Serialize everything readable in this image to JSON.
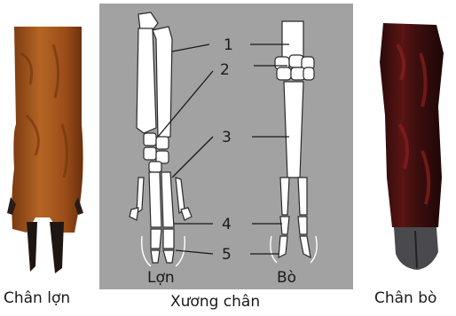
{
  "captions": {
    "left": "Chân lợn",
    "center": "Xương chân",
    "right": "Chân bò"
  },
  "diagram": {
    "labels": [
      "1",
      "2",
      "3",
      "4",
      "5"
    ],
    "pig_label": "Lợn",
    "cow_label": "Bò"
  },
  "colors": {
    "background": "#a2a2a2",
    "bone": "#ffffff",
    "pig_skin": "#a8581e",
    "cow_skin": "#3a1010"
  }
}
